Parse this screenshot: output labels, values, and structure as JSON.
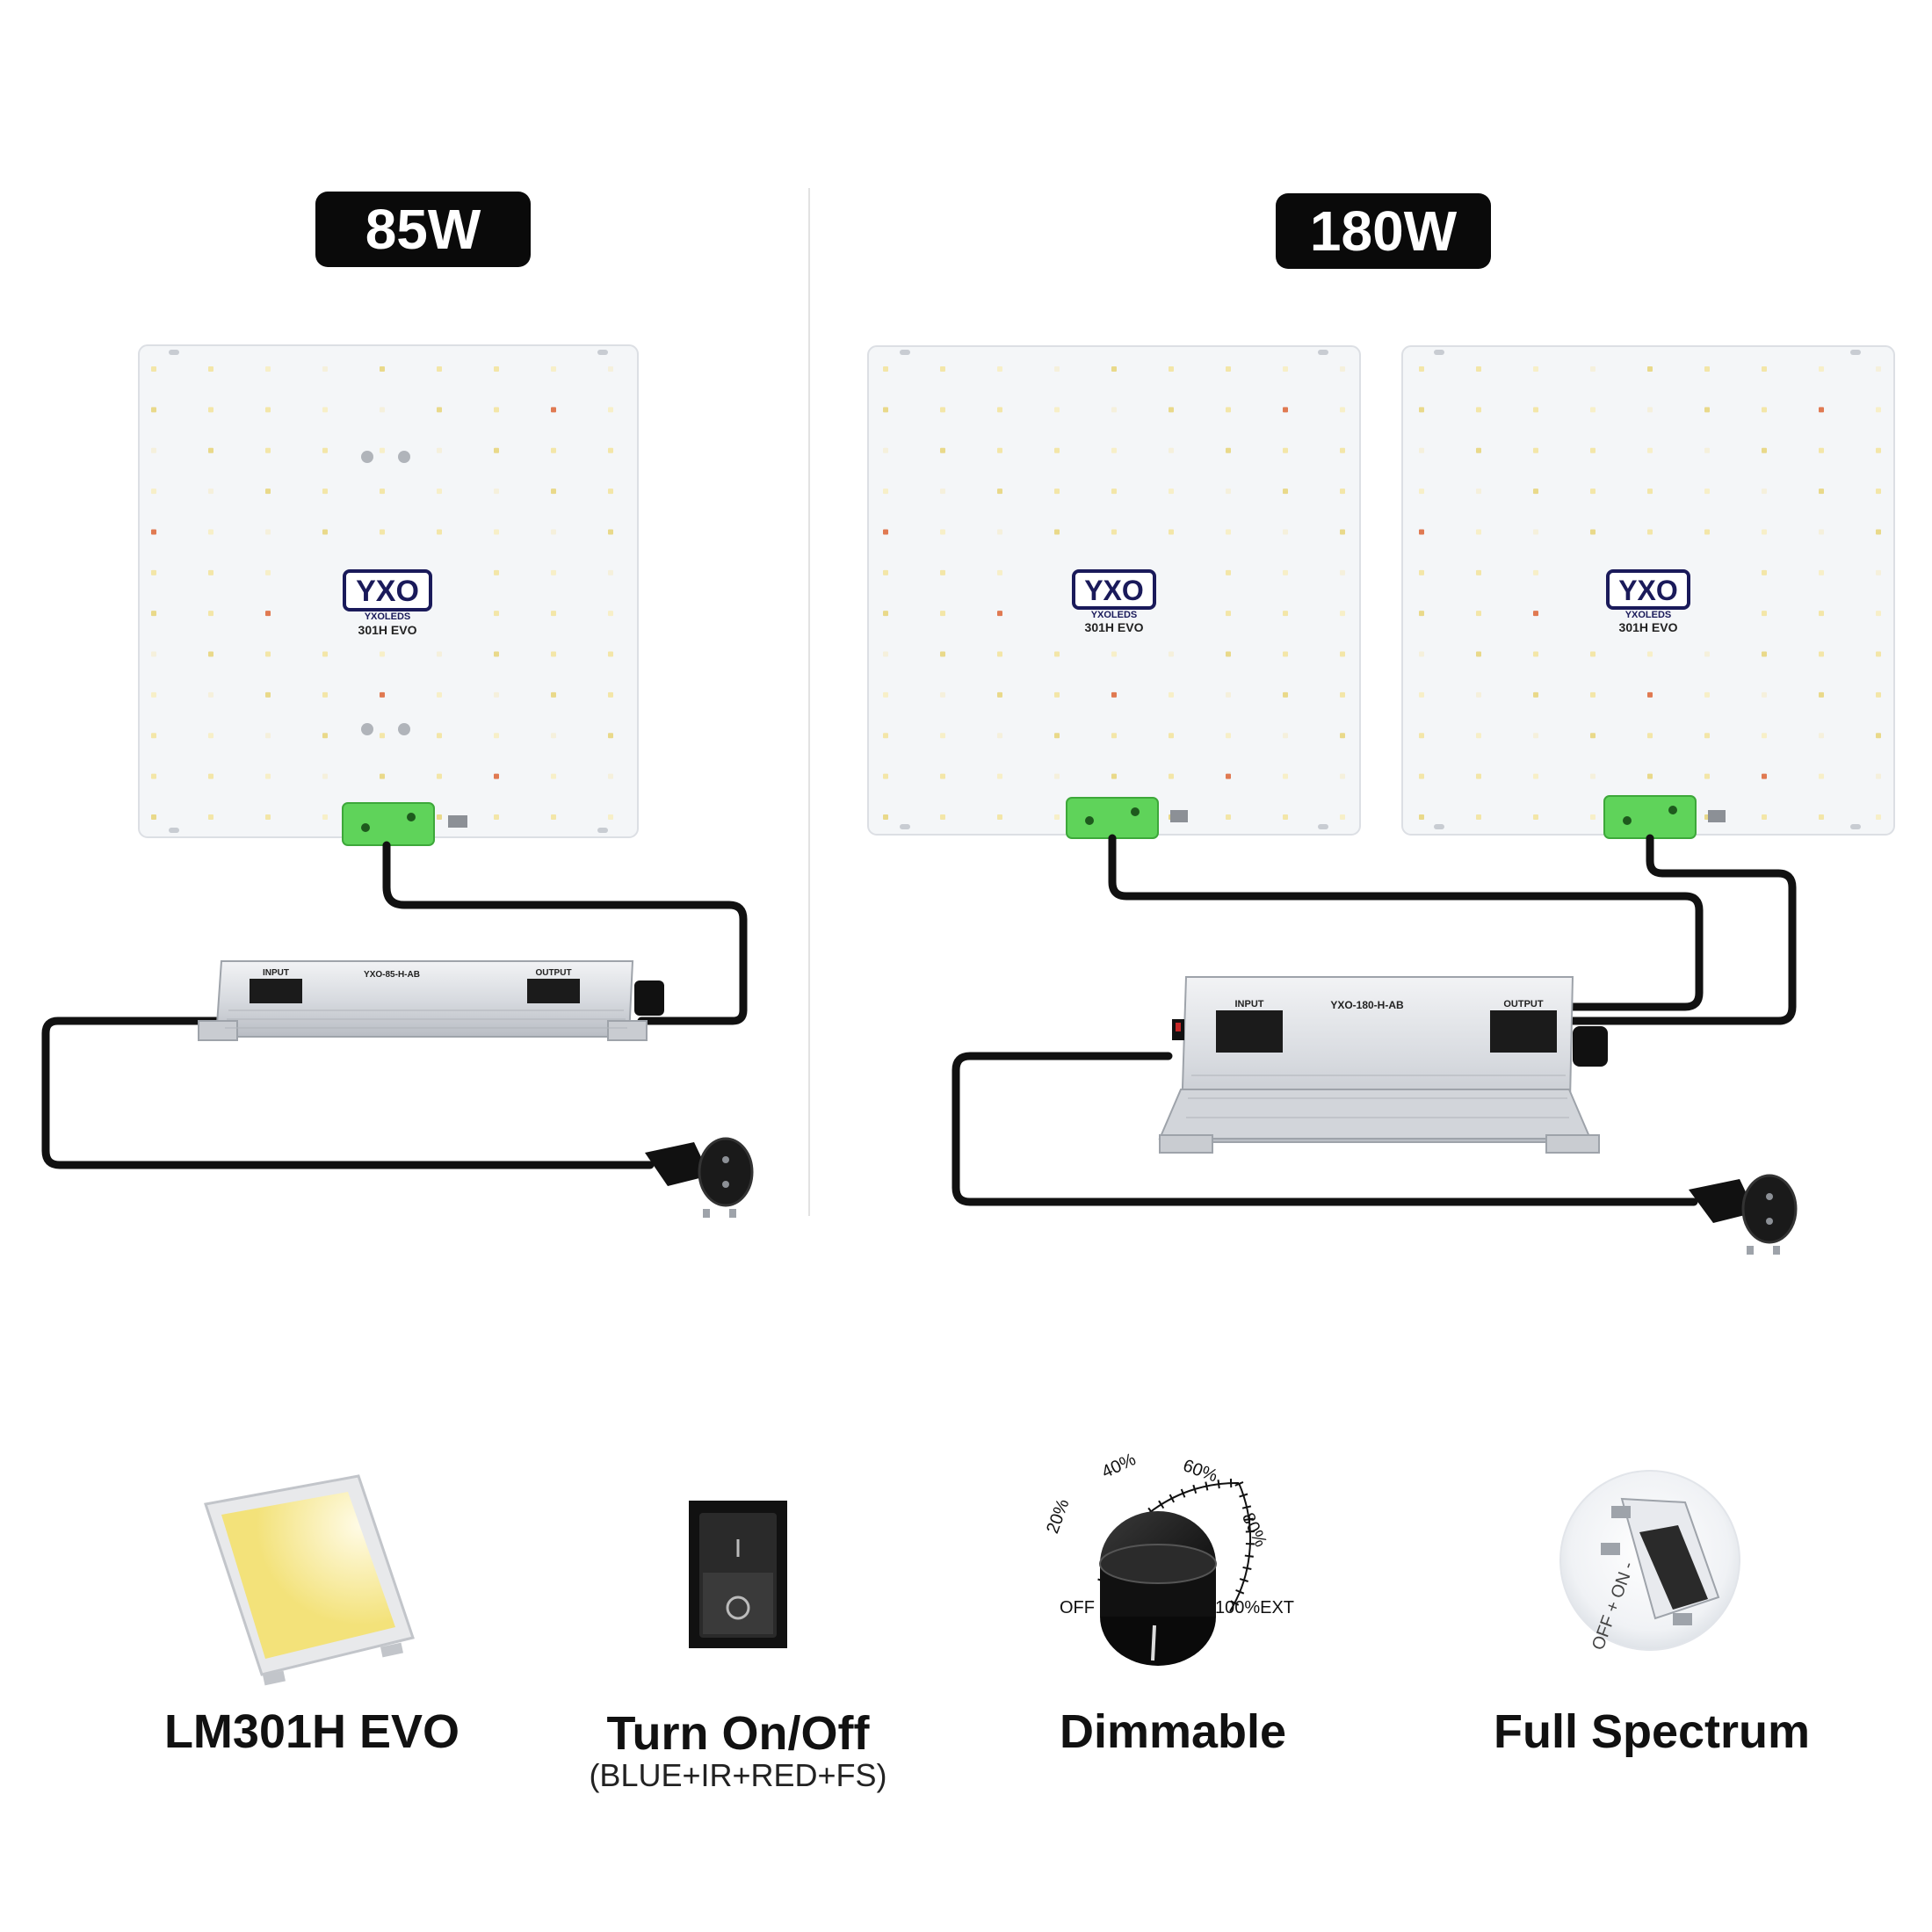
{
  "badges": {
    "left": "85W",
    "right": "180W"
  },
  "panel": {
    "brand": "YXO",
    "brand_sub": "YXOLEDS",
    "model": "301H EVO"
  },
  "drivers": {
    "small": {
      "input_label": "INPUT",
      "model": "YXO-85-H-AB",
      "output_label": "OUTPUT"
    },
    "large": {
      "input_label": "INPUT",
      "model": "YXO-180-H-AB",
      "output_label": "OUTPUT"
    }
  },
  "features": [
    {
      "label": "LM301H EVO",
      "icon": "led-chip-icon"
    },
    {
      "label": "Turn On/Off",
      "sub": "(BLUE+IR+RED+FS)",
      "icon": "rocker-switch-icon"
    },
    {
      "label": "Dimmable",
      "icon": "dimmer-knob-icon"
    },
    {
      "label": "Full Spectrum",
      "icon": "slide-switch-icon"
    }
  ],
  "dimmer": {
    "off": "OFF",
    "p20": "20%",
    "p40": "40%",
    "p60": "60%",
    "p80": "80%",
    "max": "100%EXT"
  },
  "slide_switch": {
    "label": "OFF + ON -"
  },
  "colors": {
    "badge_bg": "#0a0a0a",
    "connector_green": "#5fd35a",
    "board": "#f4f6f8",
    "cable": "#111111",
    "led_chip_yellow": "#f3e27a"
  }
}
